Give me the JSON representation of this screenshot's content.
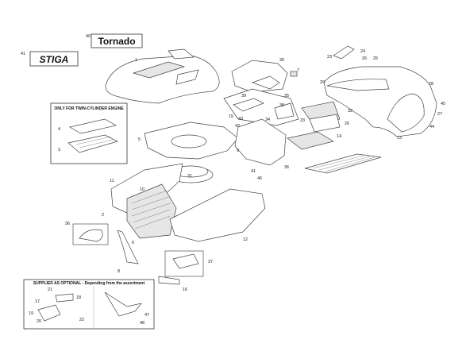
{
  "brand_logo": "STIGA",
  "model_badge": "Tornado",
  "inset_twin": {
    "title": "ONLY FOR TWIN-CYLINDER ENGINE",
    "labels": [
      "4",
      "3"
    ]
  },
  "inset_optional": {
    "title": "SUPPLIED AS OPTIONAL - Depending from the assortment",
    "labels": [
      "21",
      "18",
      "17",
      "19",
      "20",
      "22",
      "47",
      "48"
    ]
  },
  "labels": [
    "40",
    "41",
    "1",
    "30",
    "7",
    "24",
    "26",
    "23",
    "25",
    "29",
    "28",
    "35",
    "45",
    "15",
    "39",
    "38",
    "43",
    "34",
    "33",
    "32",
    "26",
    "14",
    "13",
    "27",
    "44",
    "5",
    "42",
    "9",
    "31",
    "41",
    "46",
    "36",
    "10",
    "11",
    "2",
    "36",
    "6",
    "8",
    "12",
    "37",
    "16"
  ]
}
